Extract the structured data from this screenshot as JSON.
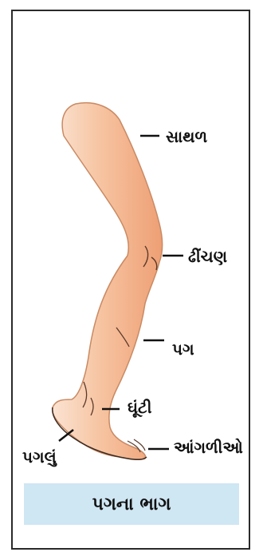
{
  "labels": {
    "thigh": "સાથળ",
    "knee": "ઢીંચણ",
    "leg": "પગ",
    "ankle": "ઘૂંટી",
    "sole": "પગલું",
    "toes": "આંગળીઓ"
  },
  "caption": "પગના ભાગ",
  "colors": {
    "skin": "#f2b58c",
    "skin_dark": "#e89a6e",
    "outline": "#3a2a22",
    "caption_bg": "#cfe6f3"
  }
}
